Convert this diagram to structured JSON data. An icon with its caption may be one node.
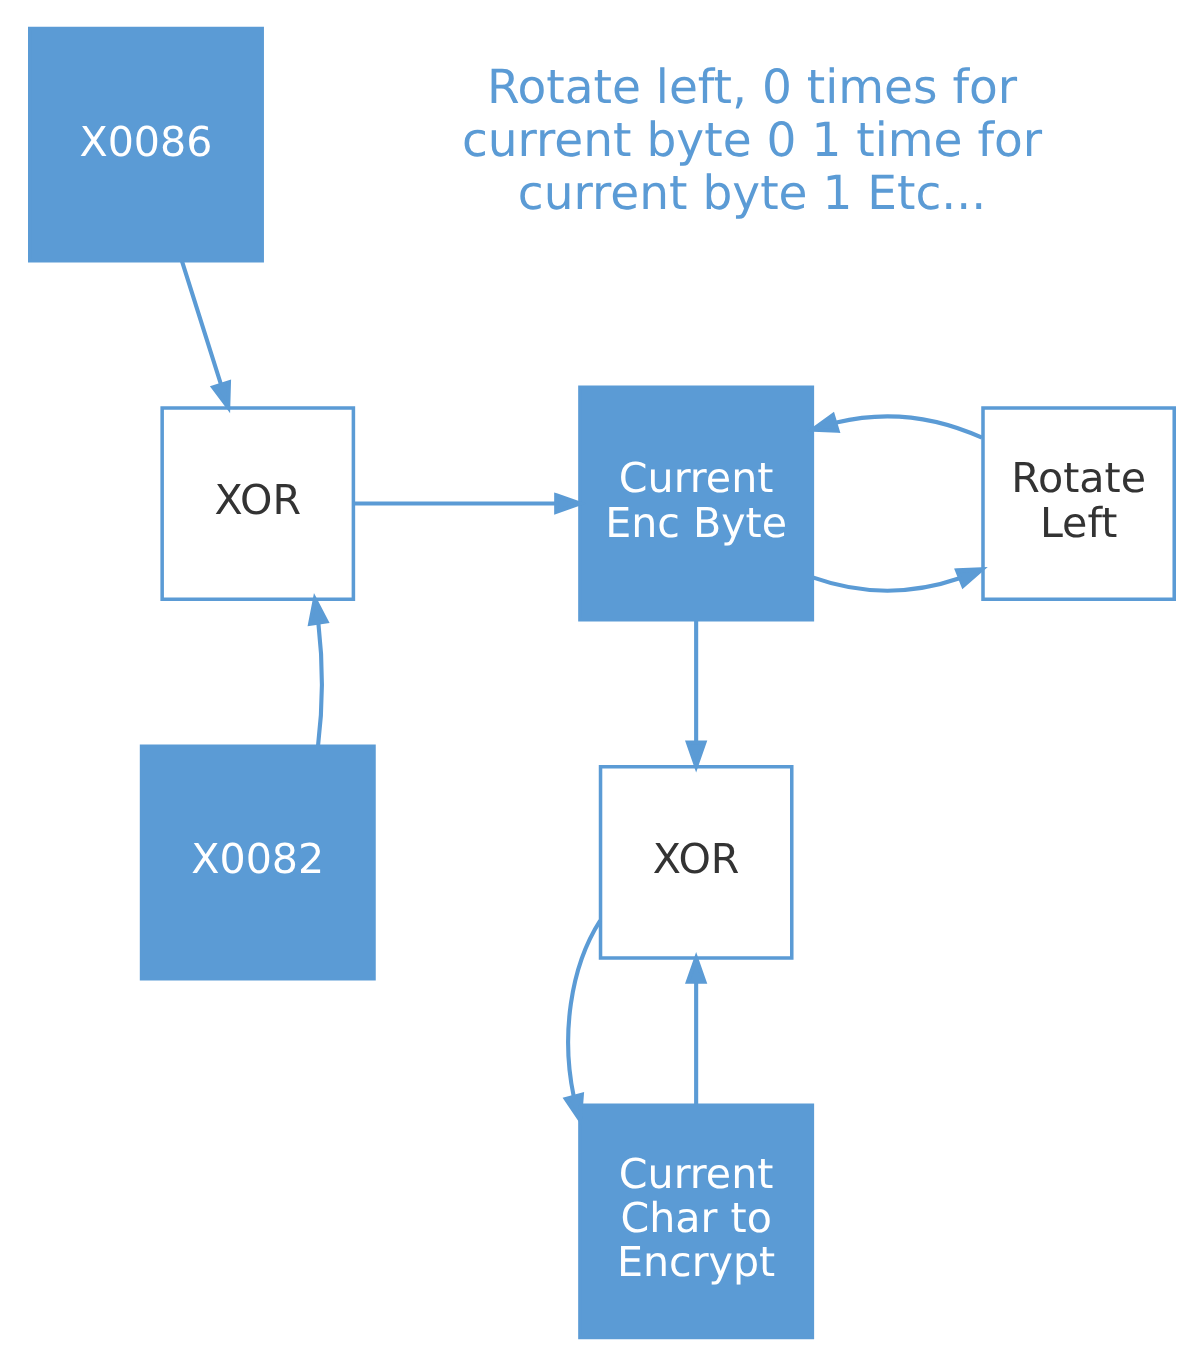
{
  "diagram": {
    "nodes": [
      {
        "text": [
          "X0086"
        ]
      },
      {
        "text": [
          "XOR"
        ]
      },
      {
        "text": [
          "X0082"
        ]
      },
      {
        "text": [
          "Current Enc Byte"
        ]
      },
      {
        "text": [
          "Rotate Left"
        ]
      },
      {
        "text": [
          "XOR"
        ]
      },
      {
        "text": [
          "Current Char to Encrypt"
        ]
      }
    ],
    "edges": [
      {
        "from": 0,
        "to": 1,
        "arrow": "to"
      },
      {
        "from": 2,
        "to": 1,
        "arrow": "to"
      },
      {
        "from": 1,
        "to": 3,
        "arrow": "to"
      },
      {
        "from": 3,
        "to": 4,
        "arrow": "to"
      },
      {
        "from": 4,
        "to": 3,
        "arrow": "to"
      },
      {
        "from": 3,
        "to": 5,
        "arrow": "to"
      },
      {
        "from": 6,
        "to": 5,
        "arrow": "to"
      },
      {
        "from": 5,
        "to": 6,
        "arrow": "to"
      }
    ],
    "labels": [
      "Rotate left, 0 times for current byte 0 1 time for current byte 1 Etc..."
    ]
  }
}
